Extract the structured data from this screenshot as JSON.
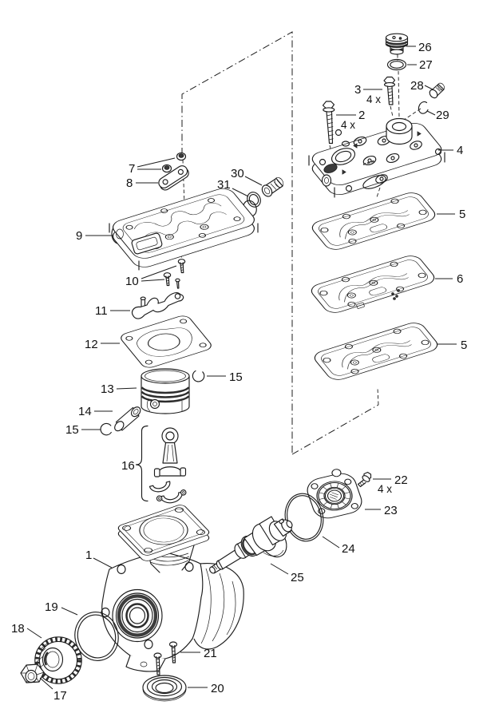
{
  "figure": {
    "kind": "exploded-parts-diagram",
    "colors": {
      "background": "#ffffff",
      "line": "#1c1c1c",
      "dark_fill": "#3a3a3a"
    }
  },
  "callouts": [
    {
      "part": "26",
      "text": "26"
    },
    {
      "part": "27",
      "text": "27"
    },
    {
      "part": "3",
      "text": "3"
    },
    {
      "part": "3",
      "text": "4 x"
    },
    {
      "part": "28",
      "text": "28"
    },
    {
      "part": "29",
      "text": "29"
    },
    {
      "part": "2",
      "text": "2"
    },
    {
      "part": "2",
      "text": "4 x"
    },
    {
      "part": "4",
      "text": "4"
    },
    {
      "part": "5",
      "text": "5"
    },
    {
      "part": "6",
      "text": "6"
    },
    {
      "part": "5",
      "text": "5"
    },
    {
      "part": "7",
      "text": "7"
    },
    {
      "part": "8",
      "text": "8"
    },
    {
      "part": "9",
      "text": "9"
    },
    {
      "part": "30",
      "text": "30"
    },
    {
      "part": "31",
      "text": "31"
    },
    {
      "part": "10",
      "text": "10"
    },
    {
      "part": "11",
      "text": "11"
    },
    {
      "part": "12",
      "text": "12"
    },
    {
      "part": "15",
      "text": "15"
    },
    {
      "part": "13",
      "text": "13"
    },
    {
      "part": "14",
      "text": "14"
    },
    {
      "part": "15",
      "text": "15"
    },
    {
      "part": "16",
      "text": "16"
    },
    {
      "part": "1",
      "text": "1"
    },
    {
      "part": "19",
      "text": "19"
    },
    {
      "part": "18",
      "text": "18"
    },
    {
      "part": "17",
      "text": "17"
    },
    {
      "part": "21",
      "text": "21"
    },
    {
      "part": "20",
      "text": "20"
    },
    {
      "part": "22",
      "text": "22"
    },
    {
      "part": "22",
      "text": "4 x"
    },
    {
      "part": "23",
      "text": "23"
    },
    {
      "part": "24",
      "text": "24"
    },
    {
      "part": "25",
      "text": "25"
    }
  ]
}
